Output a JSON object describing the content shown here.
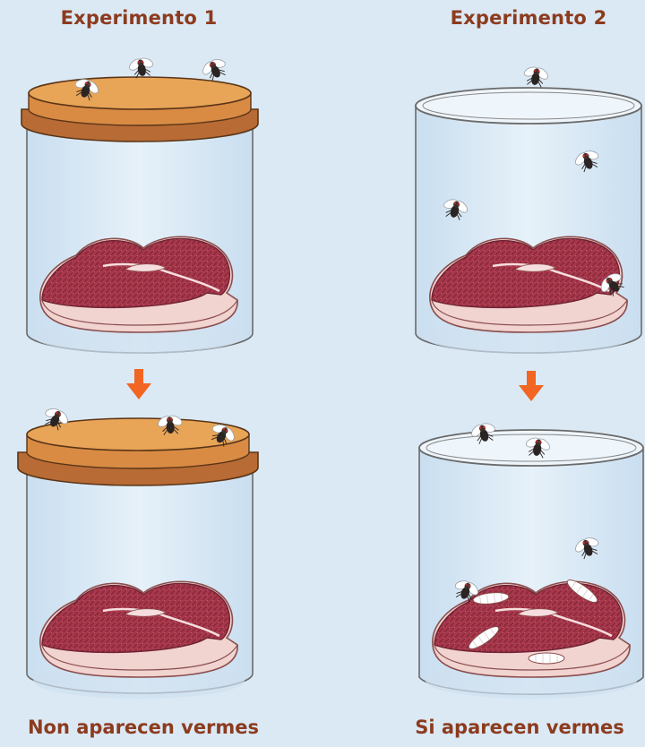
{
  "experiment1": {
    "title": "Experimento 1",
    "result": "Non aparecen vermes"
  },
  "experiment2": {
    "title": "Experimento 2",
    "result": "Si aparecen vermes"
  },
  "colors": {
    "background": "#dbe9f4",
    "lid": "#e8a457",
    "lid_band": "#b86b34",
    "meat": "#a8374b",
    "fat": "#efc9c6",
    "arrow": "#f26522",
    "text": "#8c3b1f"
  },
  "icons": [
    "fly-icon",
    "arrow-down-icon",
    "jar-icon",
    "meat-icon",
    "lid-icon",
    "maggot-icon"
  ]
}
